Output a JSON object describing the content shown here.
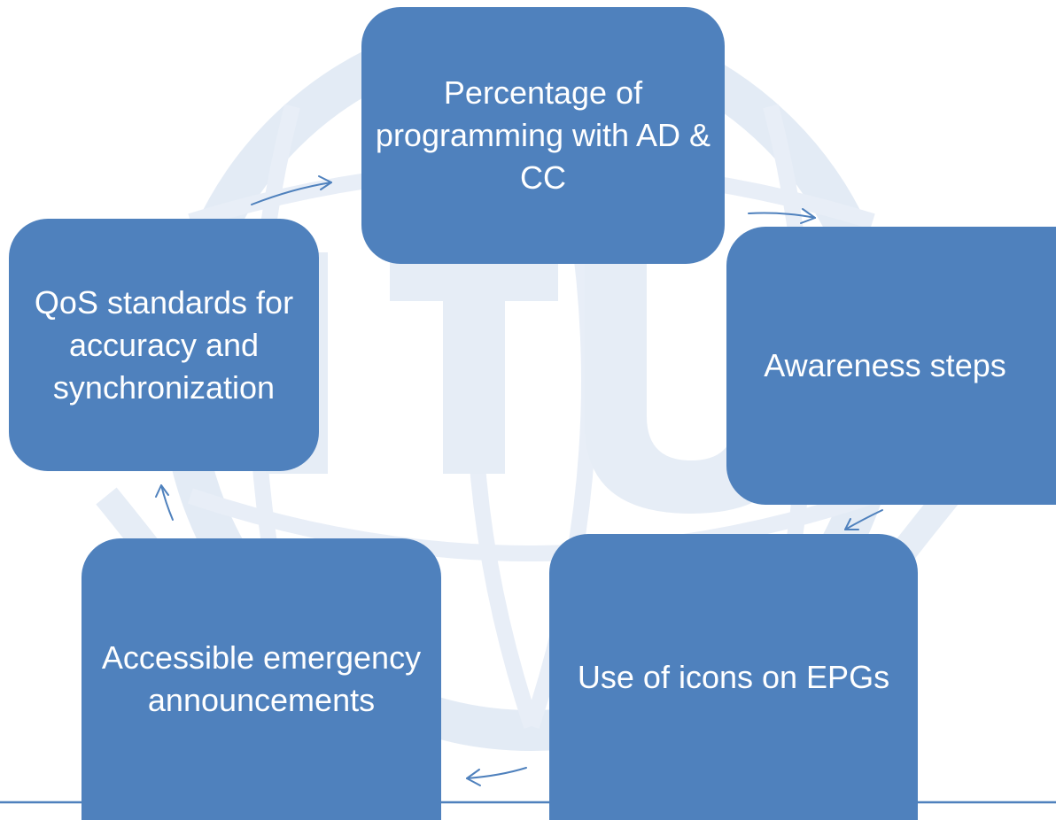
{
  "diagram": {
    "type": "cycle",
    "colors": {
      "node_fill": "#4f81bd",
      "node_text": "#ffffff",
      "arrow": "#4f81bd",
      "watermark": "#e6edf6",
      "baseline": "#4f81bd"
    },
    "nodes": [
      {
        "id": "n1",
        "label": "Percentage of programming with AD & CC"
      },
      {
        "id": "n2",
        "label": "Awareness steps"
      },
      {
        "id": "n3",
        "label": "Use of icons on EPGs"
      },
      {
        "id": "n4",
        "label": "Accessible emergency announcements"
      },
      {
        "id": "n5",
        "label": "QoS standards for accuracy and synchronization"
      }
    ],
    "edges": [
      {
        "from": "n1",
        "to": "n2"
      },
      {
        "from": "n2",
        "to": "n3"
      },
      {
        "from": "n3",
        "to": "n4"
      },
      {
        "from": "n4",
        "to": "n5"
      },
      {
        "from": "n5",
        "to": "n1"
      }
    ]
  }
}
